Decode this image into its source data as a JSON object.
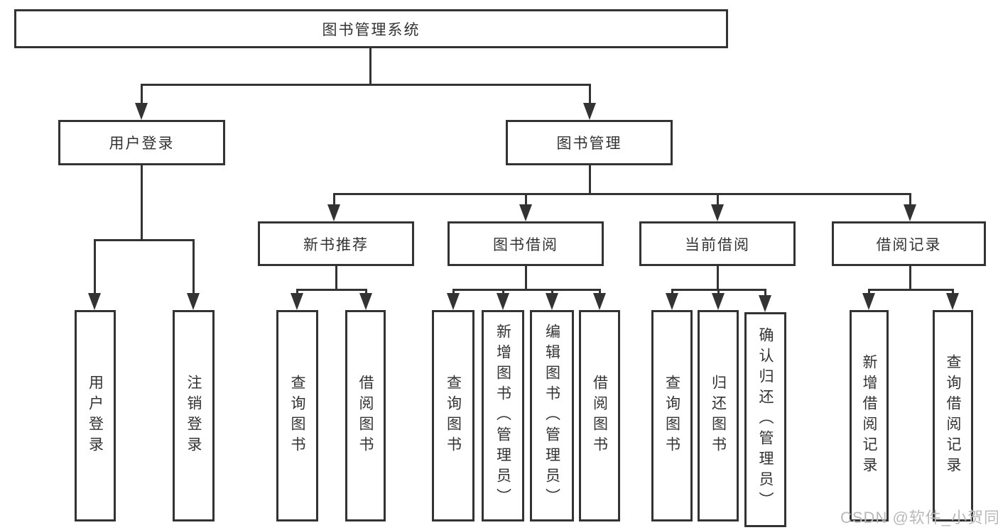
{
  "tree": {
    "root": "图书管理系统",
    "branches": [
      {
        "label": "用户登录",
        "children": [
          "用户登录",
          "注销登录"
        ]
      },
      {
        "label": "图书管理",
        "groups": [
          {
            "label": "新书推荐",
            "children": [
              "查询图书",
              "借阅图书"
            ]
          },
          {
            "label": "图书借阅",
            "children": [
              "查询图书",
              "新增图书（管理员）",
              "编辑图书（管理员）",
              "借阅图书"
            ]
          },
          {
            "label": "当前借阅",
            "children": [
              "查询图书",
              "归还图书",
              "确认归还（管理员）"
            ]
          },
          {
            "label": "借阅记录",
            "children": [
              "新增借阅记录",
              "查询借阅记录"
            ]
          }
        ]
      }
    ]
  },
  "watermark": {
    "text": "CSDN @软件_小贺同学"
  },
  "colors": {
    "line": "#333333",
    "text": "#333333",
    "watermark": "#b9b9b9",
    "background": "#ffffff"
  }
}
